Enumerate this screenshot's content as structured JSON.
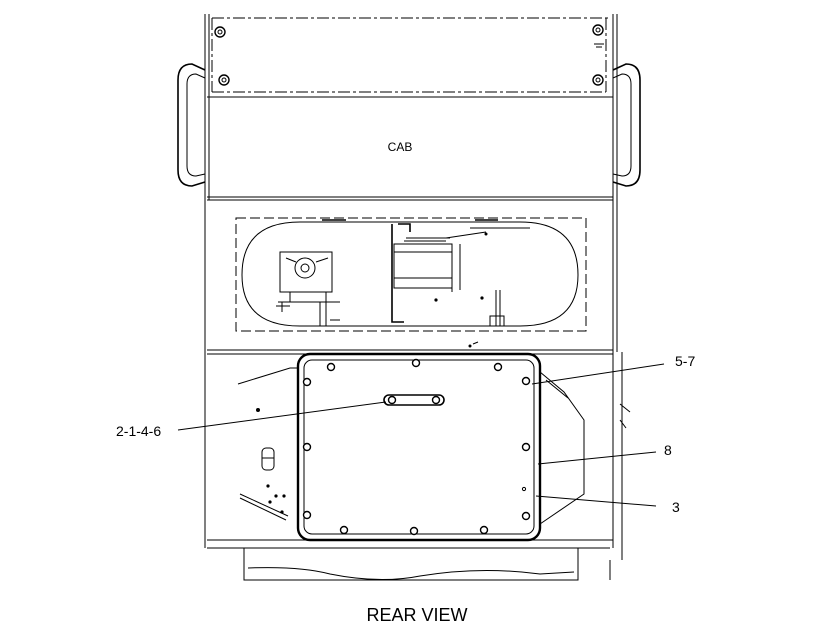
{
  "diagram": {
    "cab_label": "CAB",
    "view_title": "REAR VIEW",
    "callouts": [
      {
        "id": "c1",
        "text": "5-7"
      },
      {
        "id": "c2",
        "text": "2-1-4-6"
      },
      {
        "id": "c3",
        "text": "8"
      },
      {
        "id": "c4",
        "text": "3"
      }
    ]
  }
}
